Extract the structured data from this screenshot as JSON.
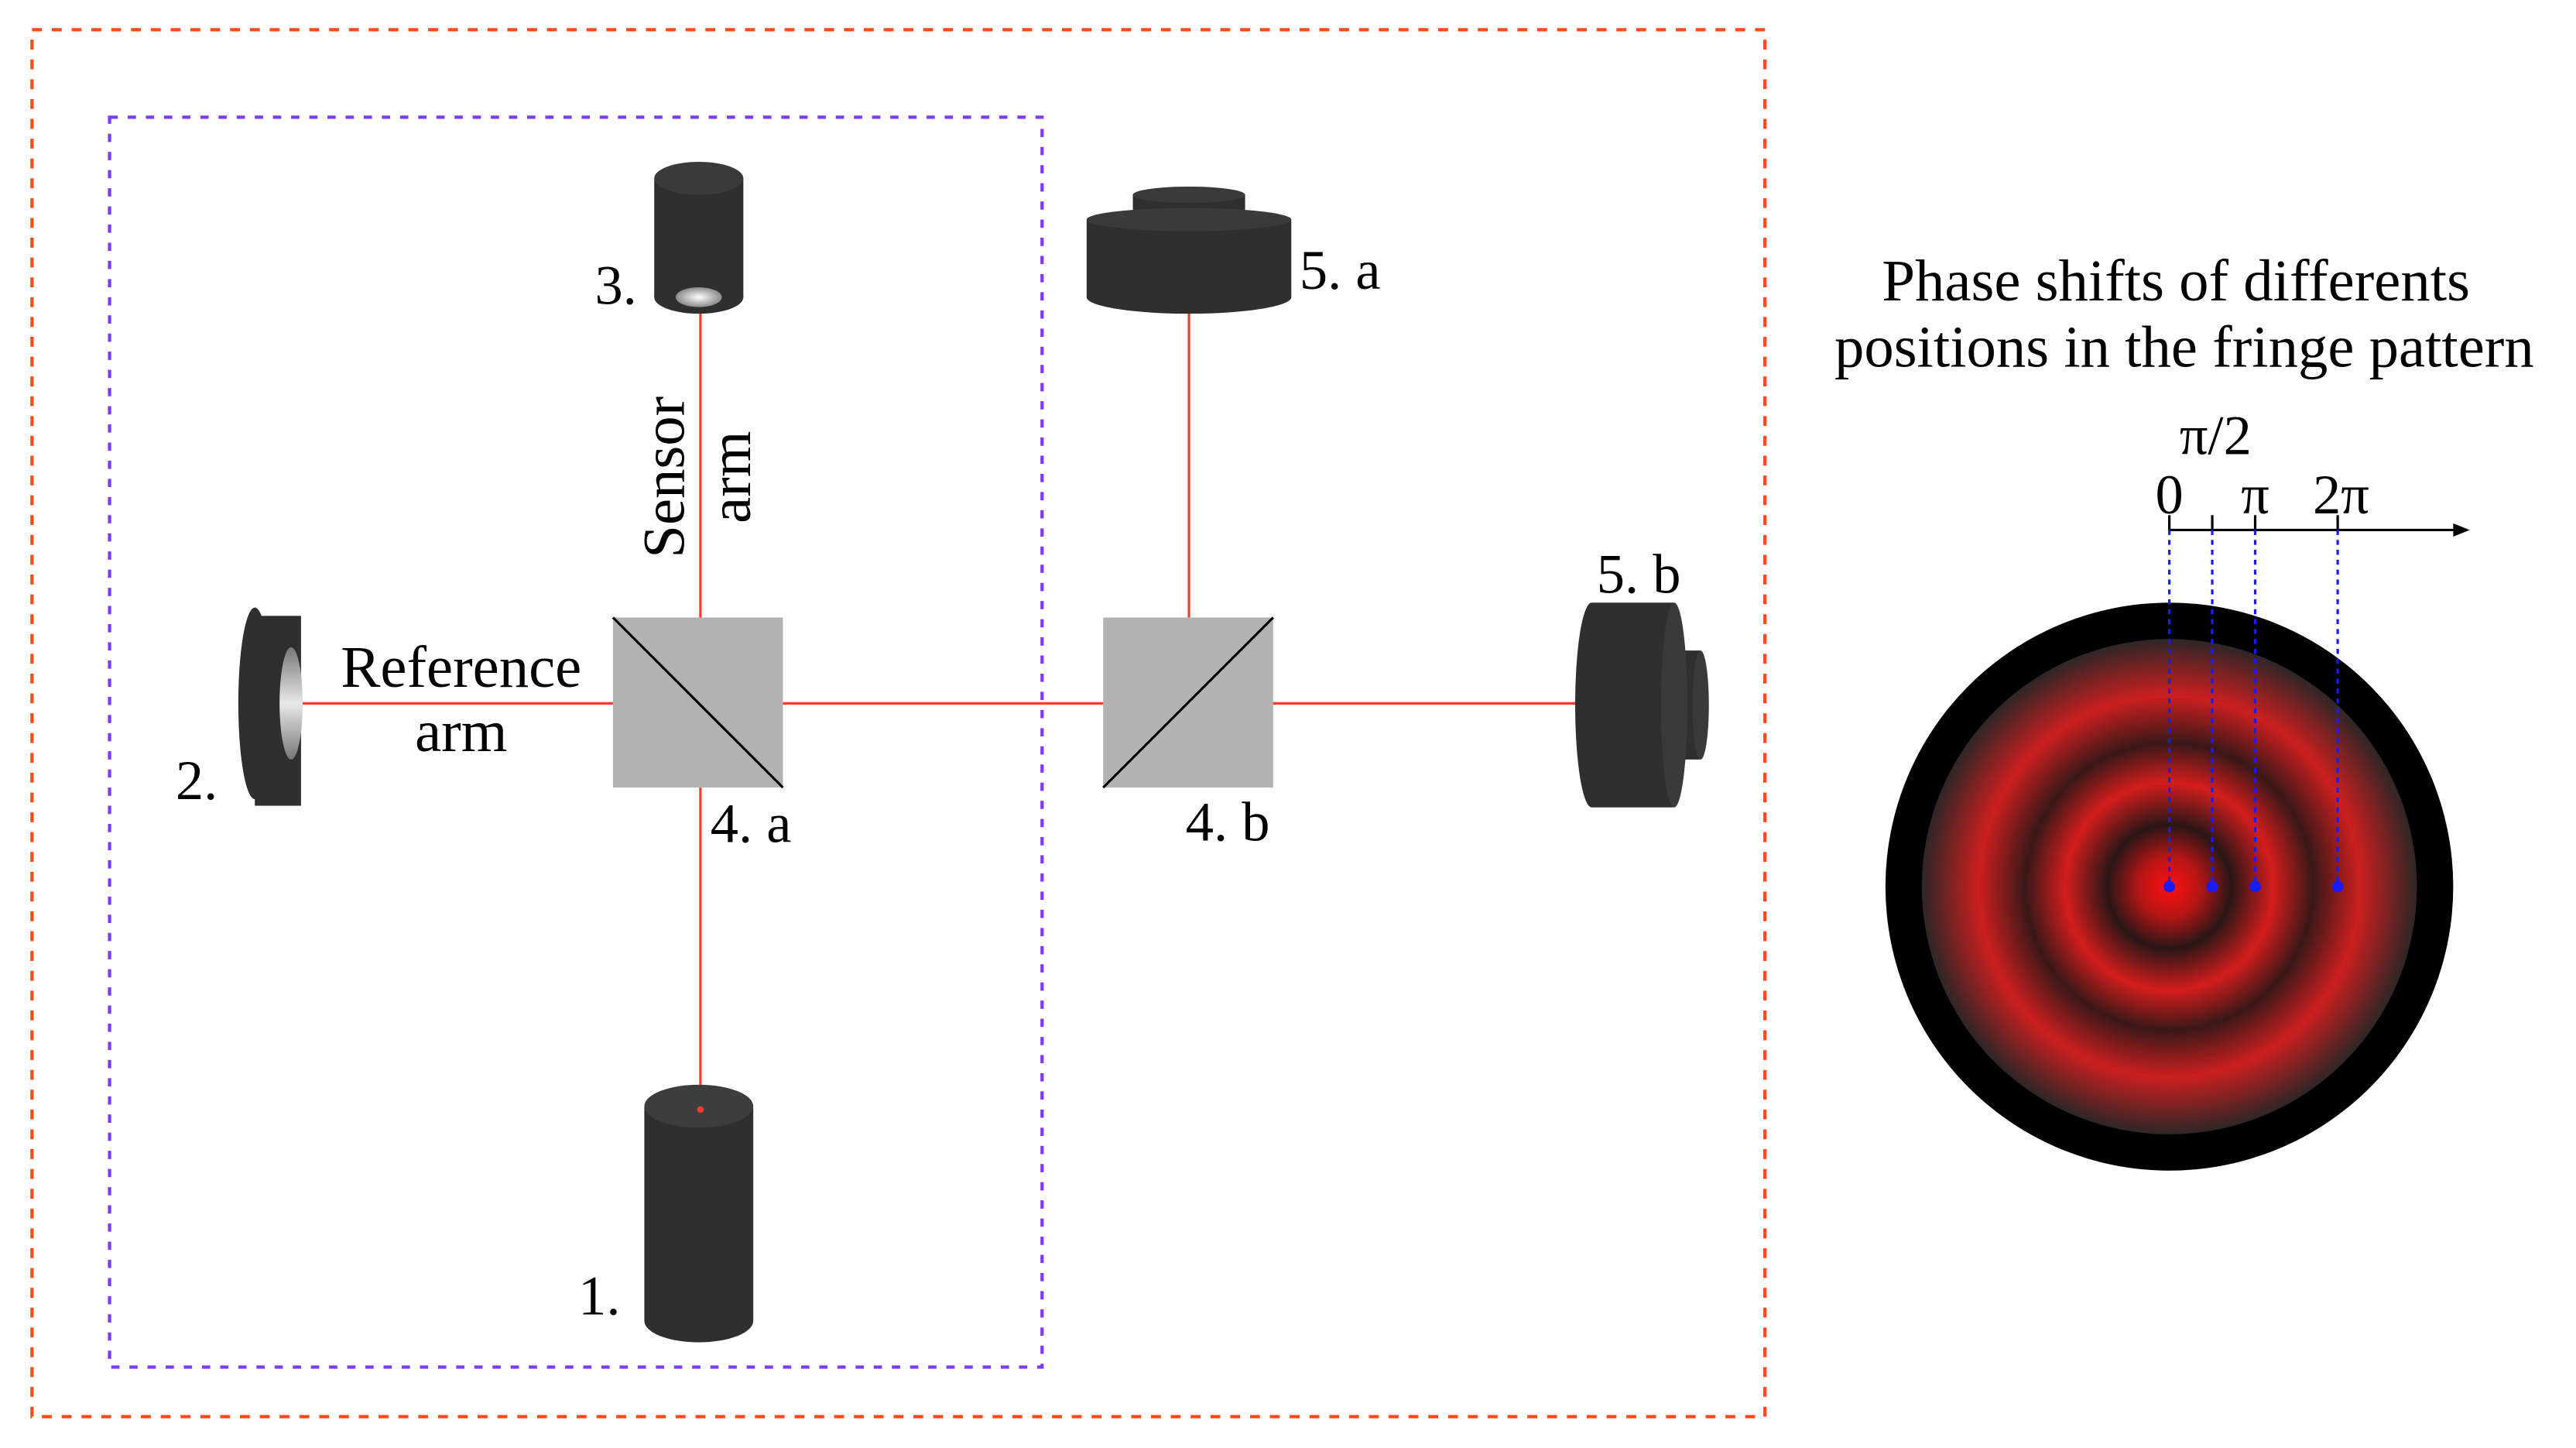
{
  "labels": {
    "laser": "1.",
    "reference_mirror": "2.",
    "sensor_mirror": "3.",
    "beamsplitter_a": "4. a",
    "beamsplitter_b": "4. b",
    "detector_a": "5. a",
    "detector_b": "5. b",
    "reference_arm_line1": "Reference",
    "reference_arm_line2": "arm",
    "sensor_arm_line1": "Sensor",
    "sensor_arm_line2": "arm"
  },
  "fringe": {
    "title_line1": "Phase shifts of differents",
    "title_line2": "positions in the fringe pattern",
    "phase_labels": [
      "0",
      "π/2",
      "π",
      "2π"
    ]
  },
  "colors": {
    "beam": "#ff3b30",
    "outer_border": "#ff4a1c",
    "inner_border": "#7b3cff",
    "component": "#2f2f2f",
    "beamsplitter": "#b3b3b3",
    "marker": "#1a1aff"
  }
}
